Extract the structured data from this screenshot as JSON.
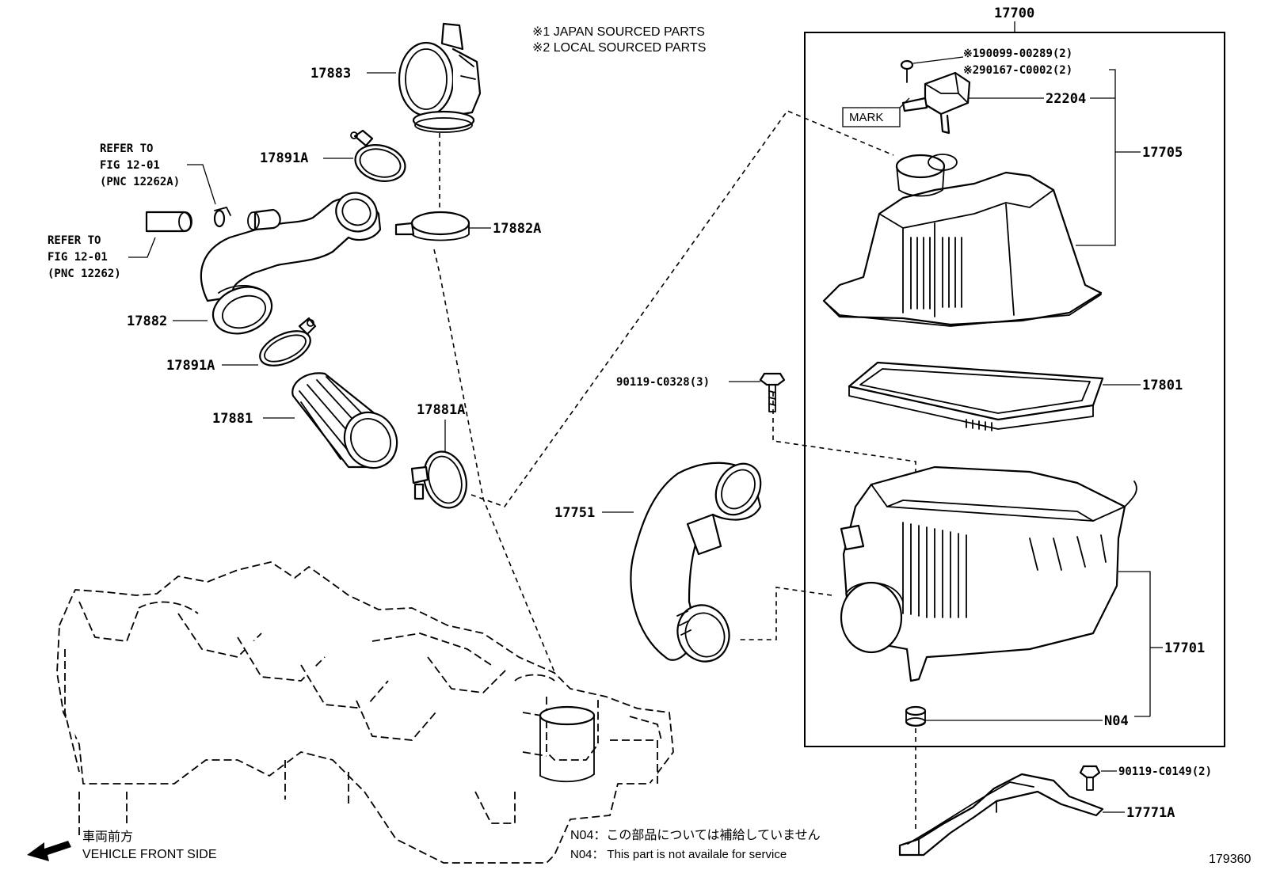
{
  "notes": {
    "japan_sourced": "※1 JAPAN SOURCED PARTS",
    "local_sourced": "※2 LOCAL SOURCED PARTS",
    "n04_ja": "N04：この部品については補給していません",
    "n04_en": "N04： This part is not availale for service",
    "front_ja": "車両前方",
    "front_en": "VEHICLE FRONT SIDE",
    "illustration_number": "179360"
  },
  "refs": {
    "ref_a": {
      "line1": "REFER TO",
      "line2": "FIG 12-01",
      "line3": "(PNC 12262A)"
    },
    "ref_b": {
      "line1": "REFER TO",
      "line2": "FIG 12-01",
      "line3": "(PNC 12262)"
    }
  },
  "mark_label": "MARK",
  "parts": {
    "p17700": "17700",
    "p17883": "17883",
    "p17891a_top": "17891A",
    "p17882a": "17882A",
    "p17882": "17882",
    "p17891a_bottom": "17891A",
    "p17881": "17881",
    "p17881a": "17881A",
    "p190099": "※190099-00289(2)",
    "p290167": "※290167-C0002(2)",
    "p22204": "22204",
    "p17705": "17705",
    "p17801": "17801",
    "p90119_c0328": "90119-C0328(3)",
    "p17751": "17751",
    "p17701": "17701",
    "pN04": "N04",
    "p90119_c0149": "90119-C0149(2)",
    "p17771a": "17771A"
  }
}
